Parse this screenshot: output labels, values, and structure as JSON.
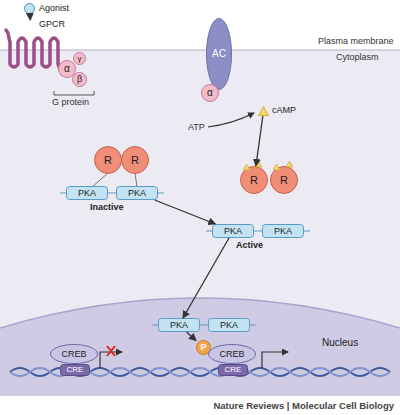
{
  "diagram": {
    "caption": "Nature Reviews | Molecular Cell Biology",
    "nodes": [
      {
        "text": [
          "Agonist"
        ]
      },
      {
        "text": [
          "GPCR"
        ]
      },
      {
        "text": [
          "α"
        ]
      },
      {
        "text": [
          "γ"
        ]
      },
      {
        "text": [
          "β"
        ]
      },
      {
        "text": [
          "AC"
        ]
      },
      {
        "text": [
          "α"
        ]
      },
      {
        "text": [
          "cAMP"
        ]
      },
      {
        "text": [
          "R"
        ]
      },
      {
        "text": [
          "R"
        ]
      },
      {
        "text": [
          "PKA"
        ]
      },
      {
        "text": [
          "PKA"
        ]
      },
      {
        "text": [
          "R"
        ]
      },
      {
        "text": [
          "R"
        ]
      },
      {
        "text": [
          "PKA"
        ]
      },
      {
        "text": [
          "PKA"
        ]
      },
      {
        "text": [
          "Nucleus"
        ]
      },
      {
        "text": [
          "PKA"
        ],
        "in": 16
      },
      {
        "text": [
          "PKA"
        ],
        "in": 16
      },
      {
        "text": [
          "CREB"
        ],
        "in": 16
      },
      {
        "text": [
          "CRE"
        ],
        "in": 16
      },
      {
        "text": [
          "P"
        ],
        "in": 16
      },
      {
        "text": [
          "CREB"
        ],
        "in": 16
      },
      {
        "text": [
          "CRE"
        ],
        "in": 16
      }
    ],
    "edges": [
      {
        "from": 0,
        "to": 1,
        "arrow": "to"
      },
      {
        "from": 7,
        "to": 12,
        "arrow": "to"
      },
      {
        "from": 11,
        "to": 14,
        "arrow": "to"
      },
      {
        "from": 14,
        "to": 17,
        "arrow": "to"
      },
      {
        "from": 17,
        "to": 21,
        "arrow": "to"
      }
    ],
    "labels": [
      "Plasma membrane",
      "Cytoplasm",
      "G protein",
      "ATP",
      "Inactive",
      "Active"
    ]
  }
}
